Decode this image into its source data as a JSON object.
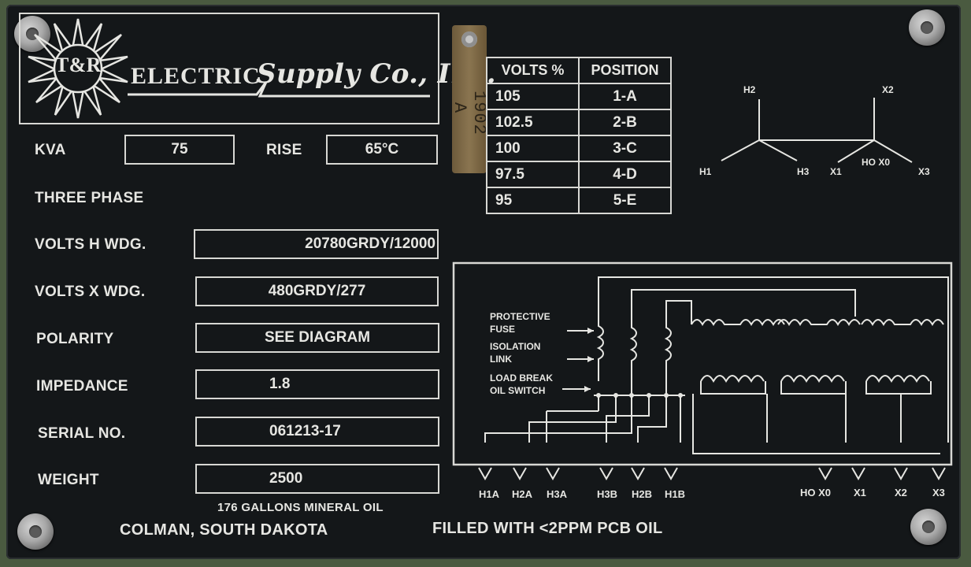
{
  "logo": {
    "mark": "T&R",
    "brand": "ELECTRIC",
    "company": "Supply Co., Inc."
  },
  "tag": {
    "code": "1902 A"
  },
  "ratings": {
    "kva_label": "KVA",
    "kva_value": "75",
    "rise_label": "RISE",
    "rise_value": "65°C",
    "phase": "THREE PHASE"
  },
  "specs": [
    {
      "label": "VOLTS H WDG.",
      "value": "20780GRDY/12000"
    },
    {
      "label": "VOLTS X WDG.",
      "value": "480GRDY/277"
    },
    {
      "label": "POLARITY",
      "value": "SEE DIAGRAM"
    },
    {
      "label": "IMPEDANCE",
      "value": "1.8"
    },
    {
      "label": "SERIAL NO.",
      "value": "061213-17"
    },
    {
      "label": "WEIGHT",
      "value": "2500"
    }
  ],
  "oil_note": "176 GALLONS MINERAL OIL",
  "location": "COLMAN, SOUTH DAKOTA",
  "pcb_note": "FILLED WITH <2PPM PCB OIL",
  "tap_table": {
    "headers": [
      "VOLTS %",
      "POSITION"
    ],
    "rows": [
      [
        "105",
        "1-A"
      ],
      [
        "102.5",
        "2-B"
      ],
      [
        "100",
        "3-C"
      ],
      [
        "97.5",
        "4-D"
      ],
      [
        "95",
        "5-E"
      ]
    ]
  },
  "vector": {
    "h1": "H1",
    "h2": "H2",
    "h3": "H3",
    "x1": "X1",
    "x2": "X2",
    "x3": "X3",
    "x0": "HO X0"
  },
  "schematic": {
    "fuse": [
      "PROTECTIVE",
      "FUSE"
    ],
    "link": [
      "ISOLATION",
      "LINK"
    ],
    "switch": [
      "LOAD BREAK",
      "OIL SWITCH"
    ],
    "terminals": [
      "H1A",
      "H2A",
      "H3A",
      "H3B",
      "H2B",
      "H1B",
      "HO X0",
      "X1",
      "X2",
      "X3"
    ]
  },
  "colors": {
    "plate": "#141719",
    "engraving": "#e6e6e2",
    "frame": "#4a5a40"
  }
}
